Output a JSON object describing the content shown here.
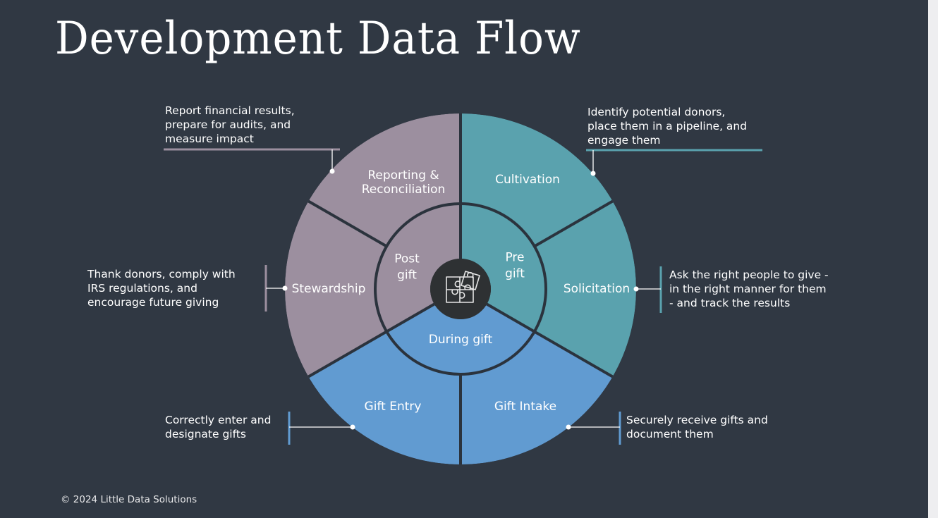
{
  "title": "Development Data Flow",
  "footer": "© 2024 Little Data Solutions",
  "colors": {
    "background": "#303843",
    "pre_gift": "#5aa2ae",
    "during_gift": "#619bd1",
    "post_gift": "#9c8f9f",
    "divider": "#2b333d",
    "hub": "#2e3133",
    "text": "#ffffff"
  },
  "hub": {
    "icon": "puzzle-pieces-icon"
  },
  "phases": [
    {
      "id": "pre",
      "label_lines": [
        "Pre",
        "gift"
      ]
    },
    {
      "id": "during",
      "label_lines": [
        "During gift"
      ]
    },
    {
      "id": "post",
      "label_lines": [
        "Post",
        "gift"
      ]
    }
  ],
  "stages": [
    {
      "id": "cultivation",
      "phase": "pre",
      "label_lines": [
        "Cultivation"
      ],
      "description": "Identify potential donors,\nplace them in a pipeline, and\nengage them"
    },
    {
      "id": "solicitation",
      "phase": "pre",
      "label_lines": [
        "Solicitation"
      ],
      "description": "Ask the right people to give -\nin the right manner for them\n- and track the results"
    },
    {
      "id": "gift-intake",
      "phase": "during",
      "label_lines": [
        "Gift Intake"
      ],
      "description": "Securely receive gifts and\ndocument them"
    },
    {
      "id": "gift-entry",
      "phase": "during",
      "label_lines": [
        "Gift Entry"
      ],
      "description": "Correctly enter and\ndesignate gifts"
    },
    {
      "id": "stewardship",
      "phase": "post",
      "label_lines": [
        "Stewardship"
      ],
      "description": "Thank donors, comply with\nIRS regulations, and\nencourage future giving"
    },
    {
      "id": "reporting-reconciliation",
      "phase": "post",
      "label_lines": [
        "Reporting &",
        "Reconciliation"
      ],
      "description": "Report financial results,\nprepare for audits, and\nmeasure impact"
    }
  ]
}
